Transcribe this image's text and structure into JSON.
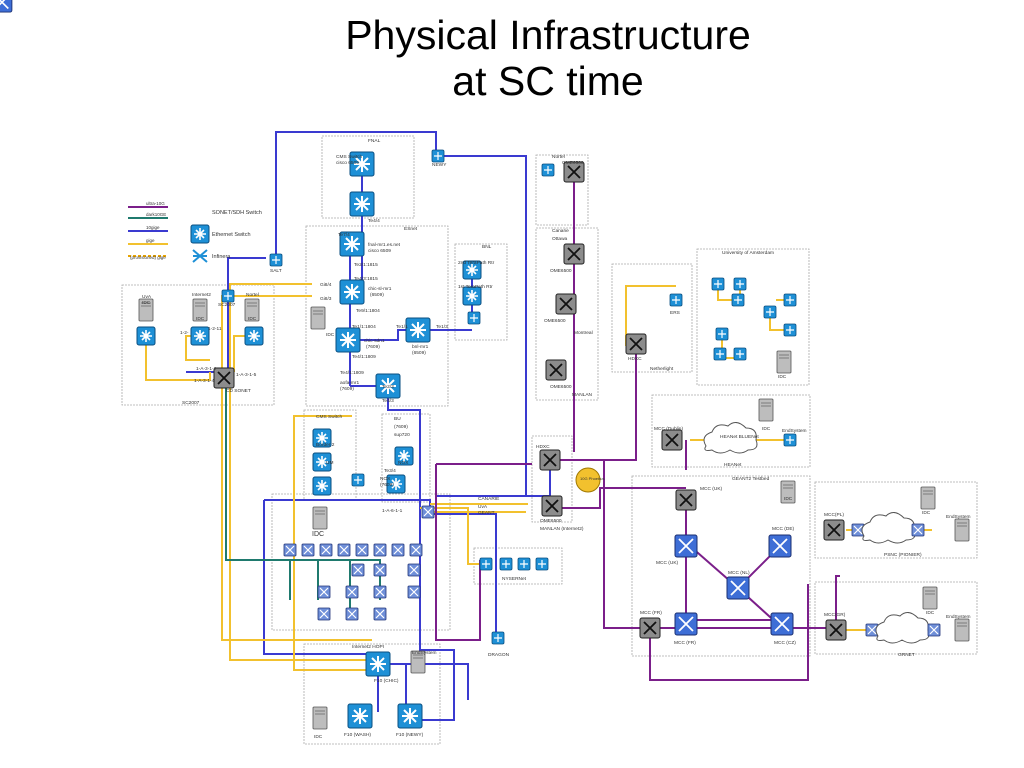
{
  "title_line1": "Physical Infrastructure",
  "title_line2": "at SC time",
  "legend": [
    {
      "label": "ultra-10G",
      "color": "#7b1f8a"
    },
    {
      "label": "dark10GE",
      "color": "#1f7a6e"
    },
    {
      "label": "10gige",
      "color": "#3a3ad0"
    },
    {
      "label": "gige",
      "color": "#f2c12e"
    },
    {
      "label": "(provisioned) gige",
      "color": "#e8a400"
    }
  ],
  "legend_icons": [
    {
      "label": "SONET/SDH Switch",
      "icon": "sonet-switch-icon"
    },
    {
      "label": "Ethernet Switch",
      "icon": "ethernet-switch-icon"
    },
    {
      "label": "Infinera",
      "icon": "infinera-icon"
    }
  ],
  "colors": {
    "purple": "#7b1f8a",
    "teal": "#1f7a6e",
    "blue": "#3a3ad0",
    "yellow": "#f2c12e",
    "node_blue": "#1e90d6",
    "sonet_grey": "#8c8c8c"
  },
  "labels": {
    "fnal": "FNAL",
    "cms_switch": "CMS Switch",
    "cms_switch_sub": "cisco 6509",
    "te4_4": "Te4/4",
    "esnet": "ESnet",
    "te7_4": "Te7/4",
    "fnal_mr1": "fnal-mr1.es.net",
    "fnal_mr1_sub": "cisco 6509",
    "te2_1": "Te2/1:1815",
    "te4_3": "Te4/3:1815",
    "chic_sl": "chic-sl-mr1",
    "chic_sl_sub": "(6509)",
    "gi8_4": "Gi8/4",
    "gi8_3": "Gi8/3",
    "te9_1": "Te9/1:1804",
    "idc": "IDC",
    "te1_1": "Te1/1:1804",
    "chic_sdn": "chic-sdn1",
    "chic_sdn_sub": "(7609)",
    "te4_1": "Te4/1:1809",
    "te1_1b": "Te1/1",
    "te1_3": "Te1/3",
    "bnl_mr1": "bnl-mr1",
    "bnl_mr1_sub": "(6509)",
    "te4_1b": "Te4/1:1809",
    "aofa": "aofa-mr1",
    "aofa_sub": "(7609)",
    "te2_3": "Te2/3",
    "te4_3b": "Te4/3",
    "bnl": "BNL",
    "terapath1": "2nd TeraPath Rtr",
    "terapath2": "1st TeraPath Rtr",
    "salt": "SALT",
    "newy": "NEWY",
    "sc2007_box": "SC2007",
    "sc2007_node": "SC2007",
    "uva": "UvA",
    "internet2": "Internet2",
    "nortel": "Nortel",
    "p1211": "1-2-11",
    "p12": "1-2-",
    "p1a": "1-A-3-1-2",
    "p1a4": "1-A-3-1-4",
    "p1a5": "1-A-3-1-5",
    "cd_sonet": "CD SONET",
    "nortel_top": "Nortel",
    "ome6500": "OME6500",
    "canarie": "Canarie",
    "ottawa": "Ottawa",
    "montreal": "Montreal",
    "manlan": "MANLAN",
    "hdxc": "HDXC",
    "netherlight": "Netherlight",
    "ers": "ERS",
    "uva_full": "University of Amsterdam",
    "mcc_dublin": "MCC (Dublin)",
    "heanet_bluenet": "HEANet BLUENet",
    "endsystem": "EndSystem",
    "heanet": "HEANet",
    "geant2": "GEANT2 Testbed",
    "mcc_uk": "MCC (UK)",
    "mcc_de": "MCC (DE)",
    "mcc_nl": "MCC (NL)",
    "mcc_fr": "MCC (FR)",
    "mcc_cz": "MCC (CZ)",
    "mcc_pl": "MCC(PL)",
    "psnc": "PSNC (PIONIER)",
    "mcc_gr": "MCC(GR)",
    "grnet": "GRNET",
    "phoebus": "10G Phoebus",
    "hdxc2": "HDXC",
    "ome_manlan": "OME6500",
    "manlan_i2": "MANLAN (Internet2)",
    "canarie2": "CANARIE",
    "uva2": "UvA",
    "geant": "GEANT",
    "cms_switch2": "CMS Switch",
    "border2": "Border 2",
    "um": "UM",
    "bu": "BU",
    "bu_sub": "(7609)",
    "sup720": "sup720",
    "nox": "NOX",
    "te3_4": "Te3/4",
    "nox2": "NOX",
    "nox2_sub": "(7609)",
    "nysernet": "NYSERNet",
    "dragon": "DRAGON",
    "i2_hopi": "Internet2 HOPI",
    "f10_chic": "F10 (CHIC)",
    "f10_wash": "F10 (WASH)",
    "f10_newy": "F10 (NEWY)",
    "p1a611": "1-A-6-1-1"
  }
}
